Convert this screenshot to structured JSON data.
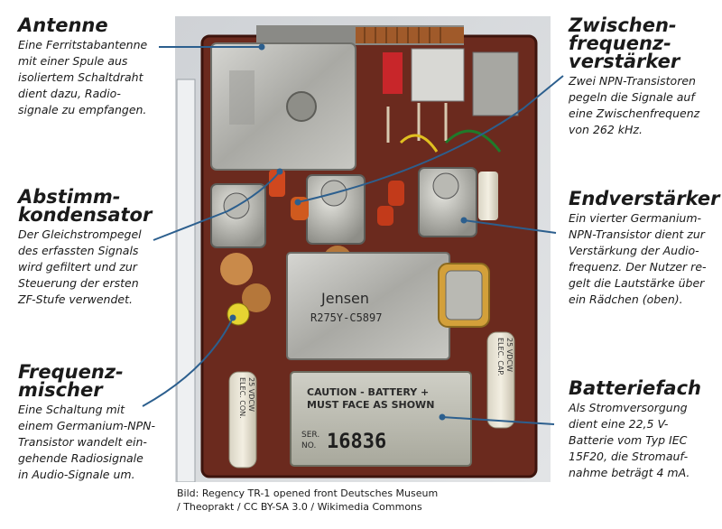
{
  "annotations": {
    "antenne": {
      "title": "Antenne",
      "text": [
        "Eine Ferritstabantenne",
        "mit einer Spule aus",
        "isoliertem Schaltdraht",
        "dient dazu, Radio-",
        "signale zu empfangen."
      ]
    },
    "abstimm": {
      "title": [
        "Abstimm-",
        "kondensator"
      ],
      "text": [
        "Der Gleichstrompegel",
        "des erfassten Signals",
        "wird gefiltert und zur",
        "Steuerung der ersten",
        "ZF-Stufe verwendet."
      ]
    },
    "frequenz": {
      "title": [
        "Frequenz-",
        "mischer"
      ],
      "text": [
        "Eine Schaltung mit",
        "einem Germanium-NPN-",
        "Transistor wandelt ein-",
        "gehende Radiosignale",
        "in Audio-Signale um."
      ]
    },
    "zwischen": {
      "title": [
        "Zwischen-",
        "frequenz-",
        "verstärker"
      ],
      "text": [
        "Zwei NPN-Transistoren",
        "pegeln die Signale auf",
        "eine Zwischenfrequenz",
        "von 262 kHz."
      ]
    },
    "endverstaerker": {
      "title": "Endverstärker",
      "text": [
        "Ein vierter Germanium-",
        "NPN-Transistor dient zur",
        "Verstärkung der Audio-",
        "frequenz. Der Nutzer re-",
        "gelt die Lautstärke über",
        "ein Rädchen (oben)."
      ]
    },
    "batterie": {
      "title": "Batteriefach",
      "text": [
        "Als Stromversorgung",
        "dient eine 22,5 V-",
        "Batterie vom Typ IEC",
        "15F20, die Stromauf-",
        "nahme beträgt 4 mA."
      ]
    }
  },
  "photo": {
    "transformer_label": [
      "Jensen",
      "R275Y-C5897"
    ],
    "battery_plate": [
      "CAUTION - BATTERY +",
      "MUST FACE AS SHOWN"
    ],
    "serial_prefix": [
      "SER.",
      "NO."
    ],
    "serial_number": "16836",
    "cap_label": [
      "ELEC. CAP.",
      "25 VDCW"
    ],
    "cap_label_left": [
      "ELEC. CON.",
      "25 VDCW"
    ]
  },
  "credit": [
    "Bild: Regency TR-1 opened front Deutsches Museum",
    "/ Theoprakt / CC BY-SA 3.0 / Wikimedia Commons"
  ],
  "colors": {
    "line": "#2c5f8e",
    "board": "#6b2a1e",
    "metal": "#b8b8b4"
  }
}
